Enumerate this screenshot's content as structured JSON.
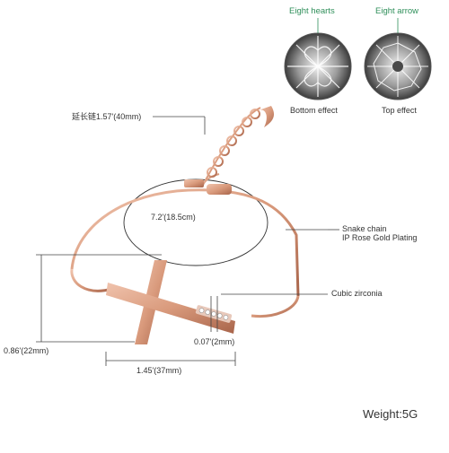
{
  "gems": {
    "left": {
      "top_label": "Eight hearts",
      "bottom_label": "Bottom effect"
    },
    "right": {
      "top_label": "Eight arrow",
      "bottom_label": "Top effect"
    }
  },
  "dimensions": {
    "extension_chain": "延长链1.57'(40mm)",
    "circumference": "7.2'(18.5cm)",
    "height": "0.86'(22mm)",
    "width": "1.45'(37mm)",
    "stone_size": "0.07'(2mm)"
  },
  "callouts": {
    "snake_chain": "Snake chain",
    "plating": "IP Rose Gold Plating",
    "stone": "Cubic zirconia"
  },
  "weight": "Weight:5G",
  "colors": {
    "rose_gold": "#d99a7c",
    "rose_gold_dark": "#b56f52",
    "accent_green": "#2f8f5a",
    "line": "#555555"
  }
}
